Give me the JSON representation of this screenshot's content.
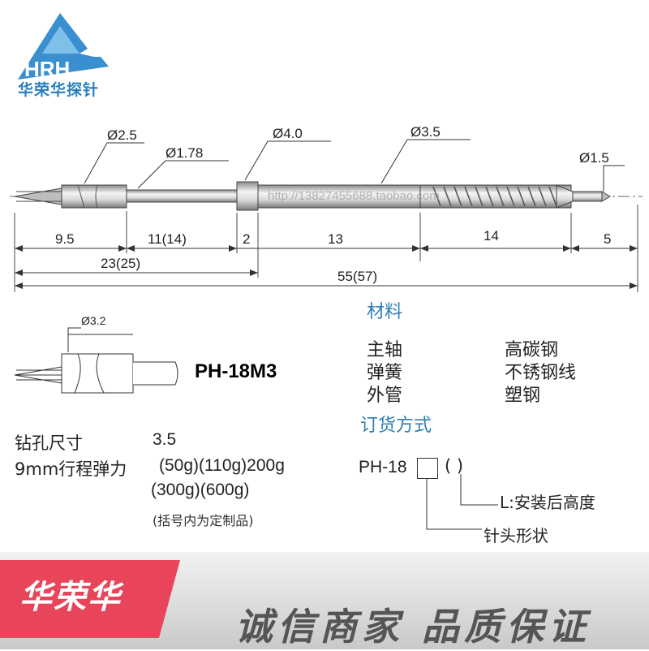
{
  "logo": {
    "abbr": "HRH",
    "name": "华荣华探针",
    "color": "#2a7fc0"
  },
  "drawing": {
    "diam_labels": [
      "Ø2.5",
      "Ø1.78",
      "Ø4.0",
      "Ø3.5",
      "Ø1.5"
    ],
    "segment_labels": [
      "9.5",
      "11(14)",
      "2",
      "13",
      "14",
      "5"
    ],
    "total_labels": [
      "23(25)",
      "55(57)"
    ],
    "watermark": "http://13827455688.taobao.com"
  },
  "tip_detail": {
    "diam_label": "Ø3.2"
  },
  "model": "PH-18M3",
  "materials": {
    "title": "材料",
    "parts": [
      "主轴",
      "弹簧",
      "外管"
    ],
    "materials": [
      "高碳钢",
      "不锈钢线",
      "塑钢"
    ]
  },
  "specs": {
    "drill_label": "钻孔尺寸",
    "drill_value": "3.5",
    "force_label": "9mm行程弹力",
    "force_value_line1": "(50g)(110g)200g",
    "force_value_line2": "(300g)(600g)",
    "note": "(括号内为定制品)"
  },
  "ordering": {
    "title": "订货方式",
    "code": "PH-18",
    "paren": "(   )",
    "l_label": "L:安装后高度",
    "shape_label": "针头形状"
  },
  "banner": {
    "brand": "华荣华",
    "slogan": "诚信商家 品质保证",
    "brand_color": "#e8455a"
  }
}
